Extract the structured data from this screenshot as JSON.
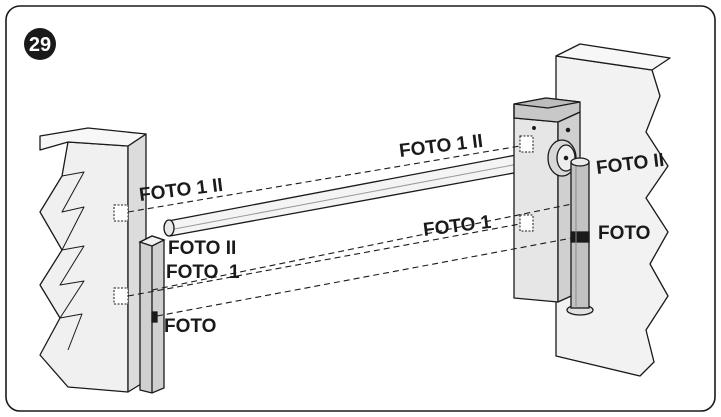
{
  "figure": {
    "number": "29",
    "labels": {
      "foto1_ii_left": "FOTO 1 II",
      "foto1_ii_right": "FOTO 1 II",
      "foto_ii_right": "FOTO II",
      "foto_ii_left": "FOTO II",
      "foto1_right": "FOTO 1",
      "foto_right": "FOTO",
      "foto1_left": "FOTO  1",
      "foto_left": "FOTO"
    }
  },
  "colors": {
    "line": "#1a1a1a",
    "fill_light": "#eeeeee",
    "fill_mid": "#d4d4d4",
    "fill_dark": "#9a9a9a"
  }
}
